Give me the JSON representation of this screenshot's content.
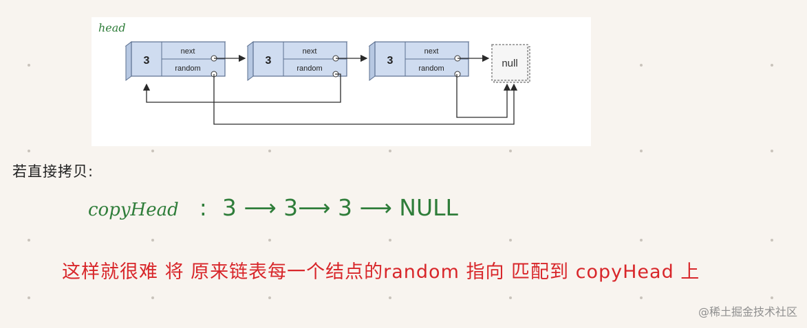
{
  "diagram": {
    "head_label": "head",
    "nodes": [
      {
        "value": "3",
        "next_label": "next",
        "random_label": "random"
      },
      {
        "value": "3",
        "next_label": "next",
        "random_label": "random"
      },
      {
        "value": "3",
        "next_label": "next",
        "random_label": "random"
      }
    ],
    "null_label": "null"
  },
  "notes": {
    "line1": "若直接拷贝:",
    "copy_label": "copyHead",
    "copy_separator": ":",
    "copy_chain": "3 ⟶ 3⟶ 3 ⟶ NULL",
    "line3": "这样就很难 将 原来链表每一个结点的random 指向 匹配到 copyHead 上"
  },
  "watermark": "@稀土掘金技术社区",
  "colors": {
    "node_fill": "#cfdcf0",
    "node_stroke": "#5b6f8f",
    "green_ink": "#2f7d3a",
    "red_ink": "#d8262a"
  }
}
